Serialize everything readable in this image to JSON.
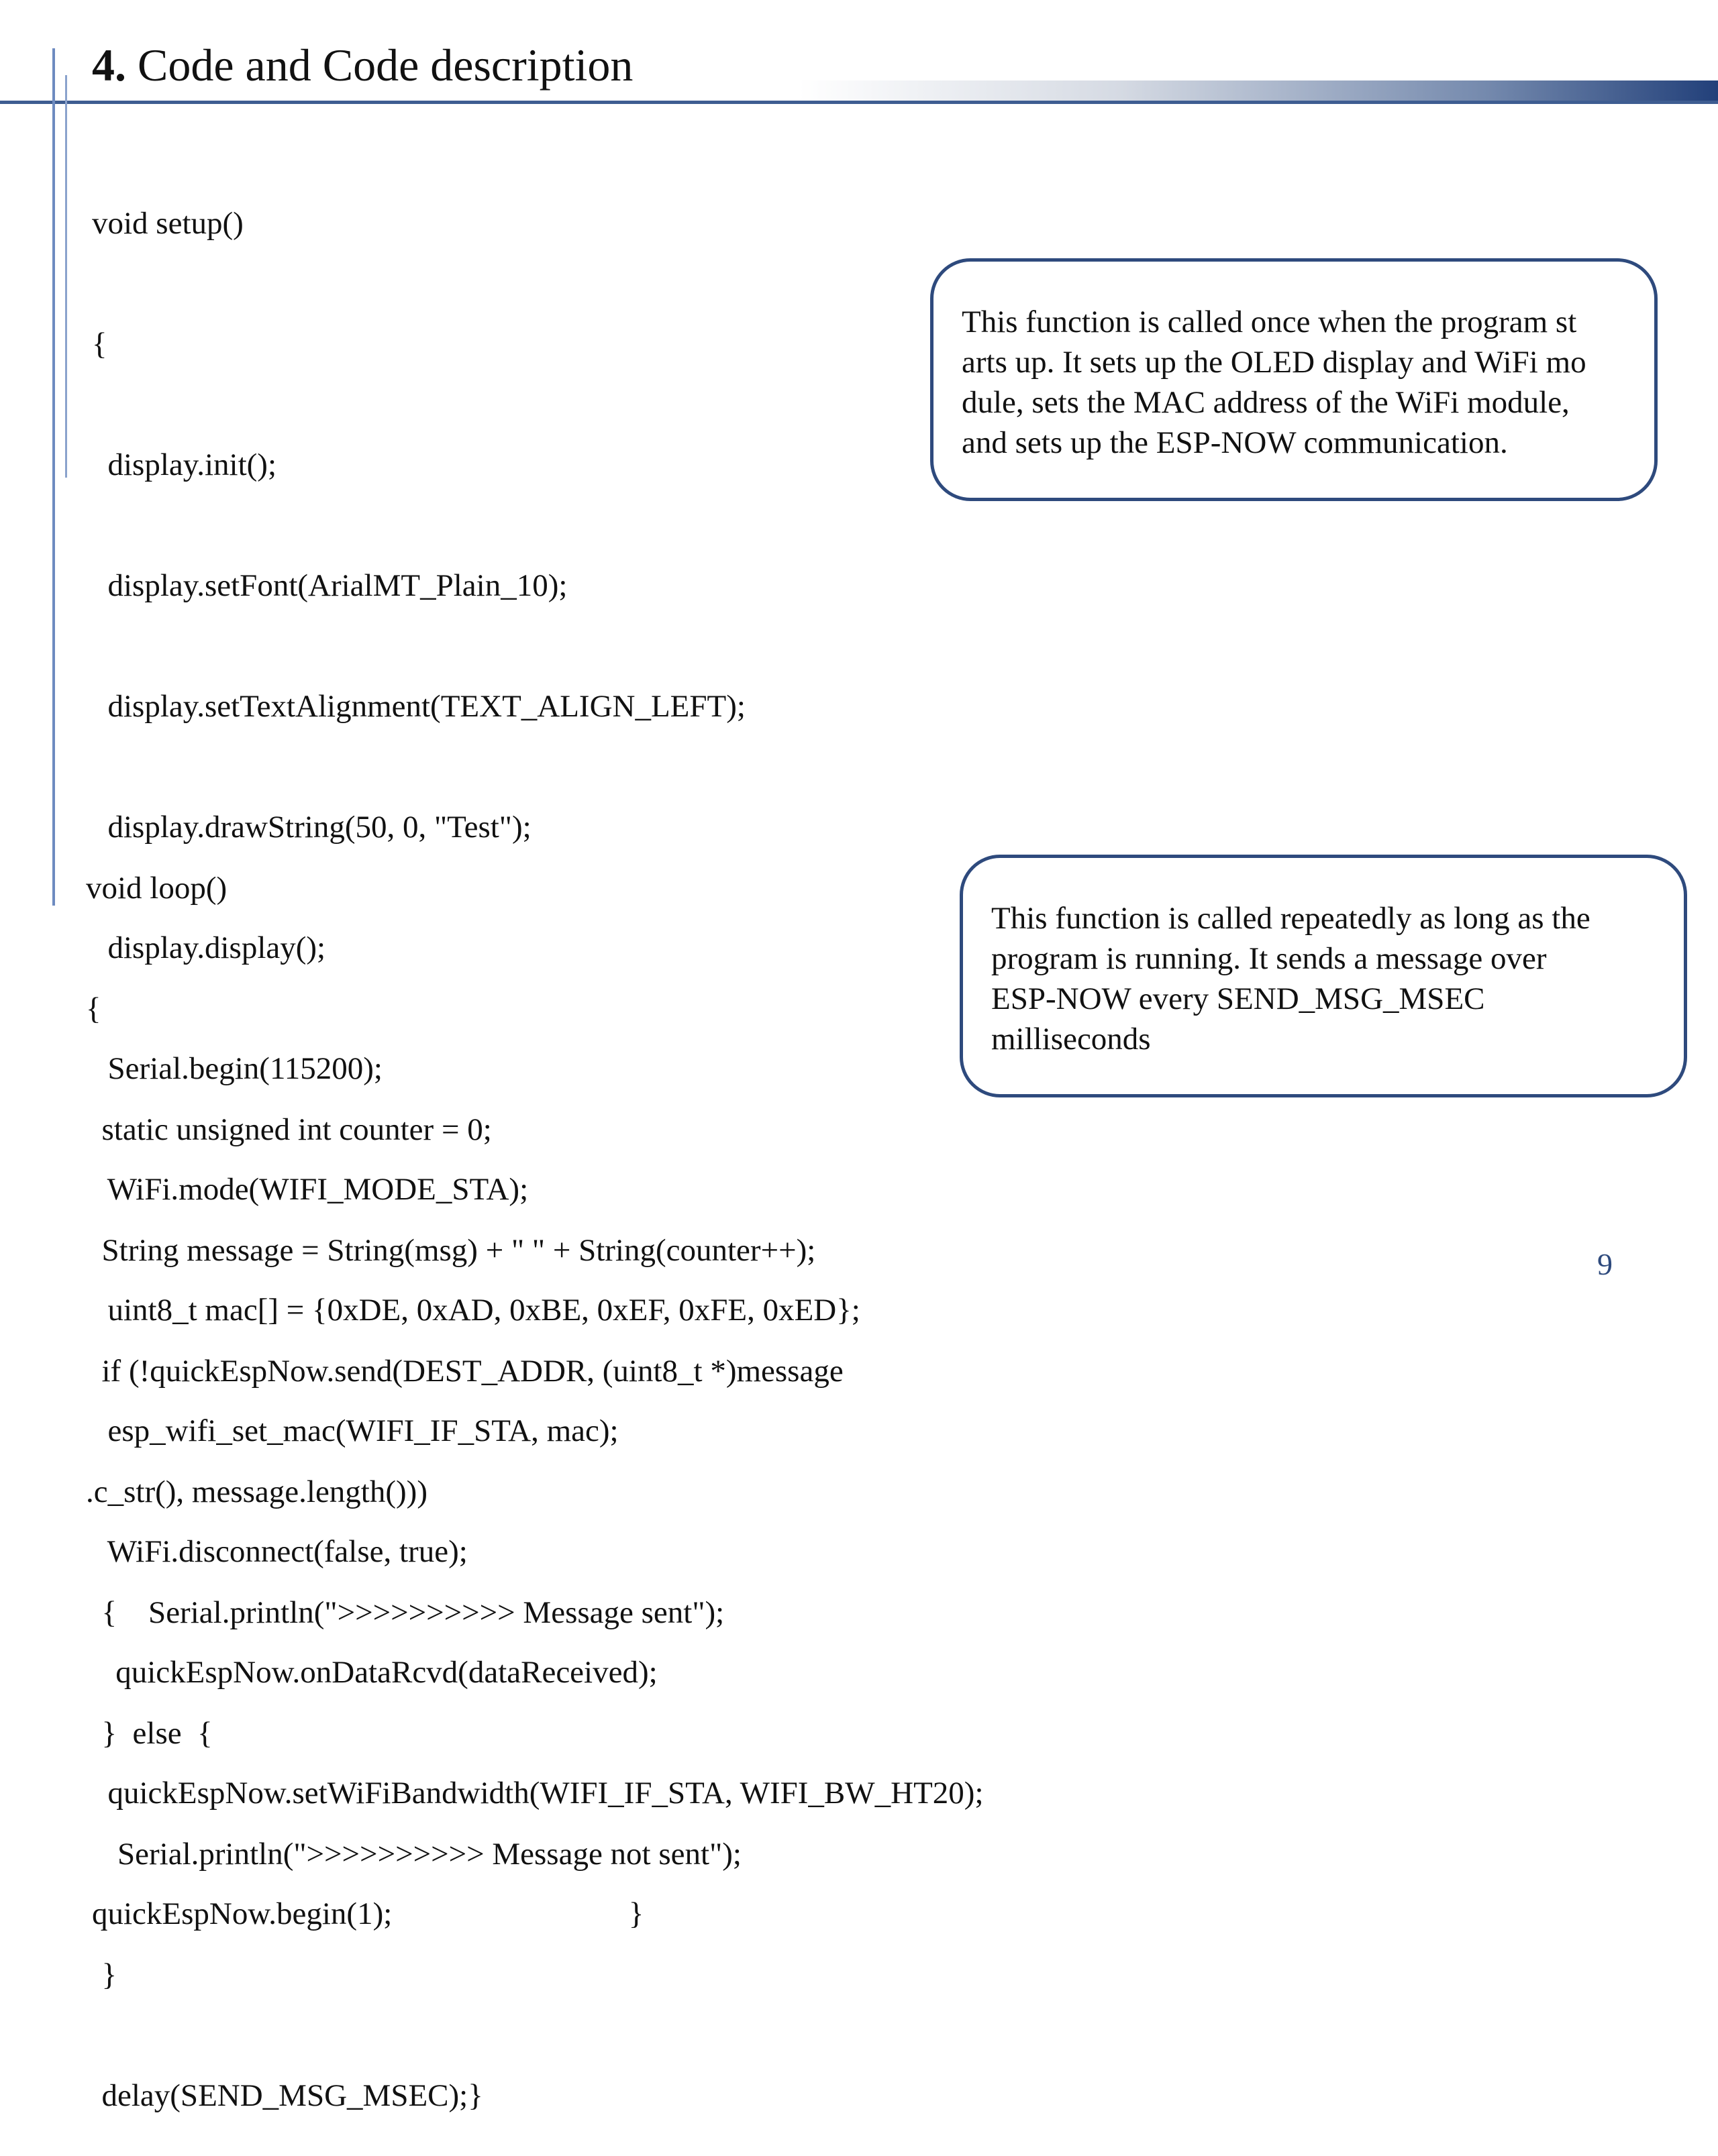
{
  "slide": {
    "title_number": "4.",
    "title_text": " Code and Code description",
    "page_number": "9"
  },
  "setup_code": {
    "lines": [
      "void setup()",
      "{",
      "  display.init();",
      "  display.setFont(ArialMT_Plain_10);",
      "  display.setTextAlignment(TEXT_ALIGN_LEFT);",
      "  display.drawString(50, 0, \"Test\");",
      "  display.display();",
      "  Serial.begin(115200);",
      "  WiFi.mode(WIFI_MODE_STA);",
      "  uint8_t mac[] = {0xDE, 0xAD, 0xBE, 0xEF, 0xFE, 0xED};",
      "  esp_wifi_set_mac(WIFI_IF_STA, mac);",
      "  WiFi.disconnect(false, true);",
      "   quickEspNow.onDataRcvd(dataReceived);",
      "  quickEspNow.setWiFiBandwidth(WIFI_IF_STA, WIFI_BW_HT20);",
      "quickEspNow.begin(1);                              }"
    ]
  },
  "setup_description": {
    "lines": [
      "This function is called once when the program st",
      "arts up. It sets up the OLED display and WiFi mo",
      "dule, sets the MAC address of the WiFi module,",
      "and sets up the ESP-NOW communication."
    ]
  },
  "loop_code": {
    "lines": [
      "void loop()",
      "{",
      "  static unsigned int counter = 0;",
      "  String message = String(msg) + \" \" + String(counter++);",
      "  if (!quickEspNow.send(DEST_ADDR, (uint8_t *)message",
      ".c_str(), message.length()))",
      "  {    Serial.println(\">>>>>>>>>> Message sent\");",
      "  }  else  {",
      "    Serial.println(\">>>>>>>>>> Message not sent\");",
      "  }",
      "  delay(SEND_MSG_MSEC);}"
    ]
  },
  "loop_description": {
    "lines": [
      "This function is called repeatedly as long as the",
      "program is running. It sends a message over",
      "ESP-NOW every SEND_MSG_MSEC",
      "milliseconds"
    ]
  },
  "colors": {
    "accent": "#2e4a7d",
    "rule": "#3e5d91"
  }
}
